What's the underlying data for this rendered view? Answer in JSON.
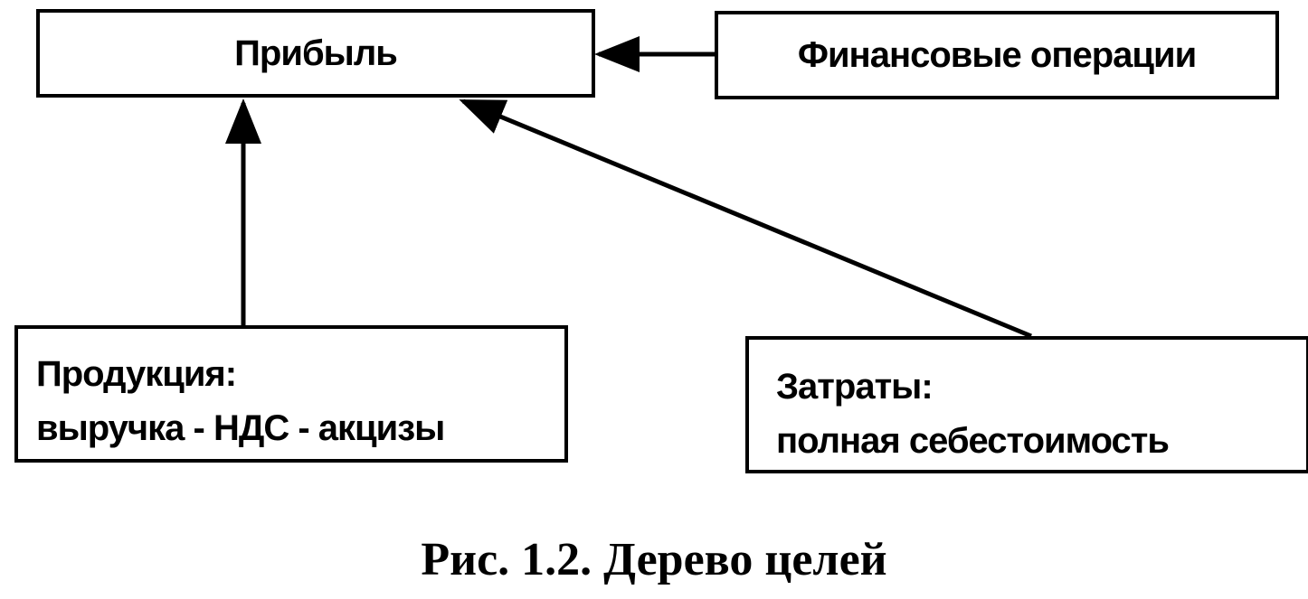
{
  "diagram": {
    "nodes": {
      "profit": {
        "label": "Прибыль"
      },
      "finance": {
        "label": "Финансовые операции"
      },
      "product": {
        "line1": "Продукция:",
        "line2": "выручка - НДС - акцизы"
      },
      "costs": {
        "line1": "Затраты:",
        "line2": "полная себестоимость"
      }
    },
    "edges": [
      {
        "from": "finance",
        "to": "profit"
      },
      {
        "from": "product",
        "to": "profit"
      },
      {
        "from": "costs",
        "to": "profit"
      }
    ],
    "caption": "Рис. 1.2. Дерево целей"
  }
}
